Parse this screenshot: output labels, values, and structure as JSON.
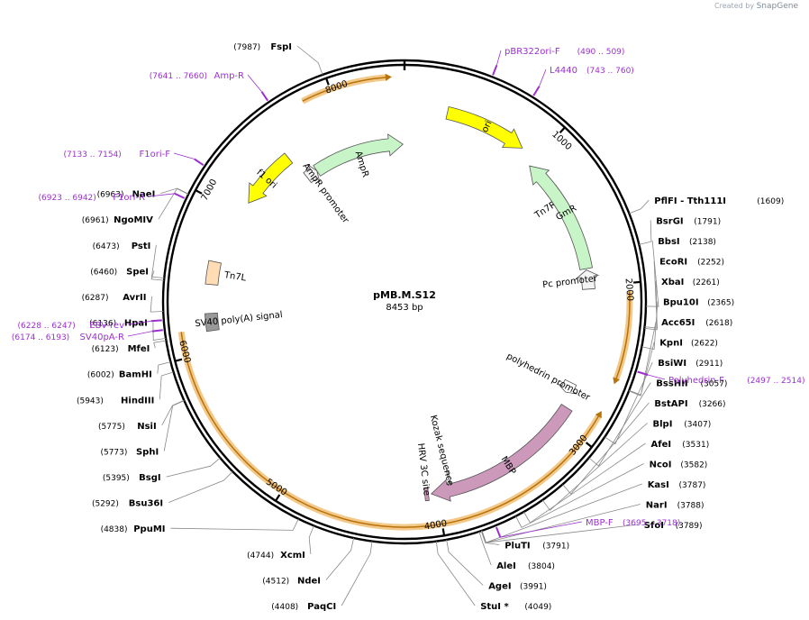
{
  "credit": {
    "prefix": "Created by",
    "brand": "SnapGene"
  },
  "plasmid": {
    "name": "pMB.M.S12",
    "length_label": "8453 bp",
    "length": 8453
  },
  "ticks": [
    {
      "bp": 1000,
      "label": "1000"
    },
    {
      "bp": 2000,
      "label": "2000"
    },
    {
      "bp": 3000,
      "label": "3000"
    },
    {
      "bp": 4000,
      "label": "4000"
    },
    {
      "bp": 5000,
      "label": "5000"
    },
    {
      "bp": 6000,
      "label": "6000"
    },
    {
      "bp": 7000,
      "label": "7000"
    },
    {
      "bp": 8000,
      "label": "8000"
    }
  ],
  "features": [
    {
      "name": "ori",
      "label": "ori",
      "start": 300,
      "end": 880,
      "dir": 1,
      "color": "#ffff00"
    },
    {
      "name": "Tn7R",
      "label": "Tn7R",
      "start": 1230,
      "end": 1440,
      "dir": 0,
      "color": "#ffdcb4"
    },
    {
      "name": "GmR",
      "label": "GmR",
      "start": 1000,
      "end": 1870,
      "dir": -1,
      "color": "#c8f5c8"
    },
    {
      "name": "Pc promoter",
      "label": "Pc promoter",
      "start": 1880,
      "end": 2020,
      "dir": -1,
      "color": "#f4f4f4"
    },
    {
      "name": "polyhedrin promoter",
      "label": "polyhedrin promoter",
      "start": 2720,
      "end": 2800,
      "dir": 1,
      "color": "#ffffff"
    },
    {
      "name": "MBP",
      "label": "MBP",
      "start": 2890,
      "end": 4040,
      "dir": 1,
      "color": "#cc99bb"
    },
    {
      "name": "Kozak sequence",
      "label": "Kozak sequence",
      "start": 3890,
      "end": 3900,
      "dir": 0,
      "color": "#ffffff"
    },
    {
      "name": "HRV 3C site",
      "label": "HRV 3C site",
      "start": 4060,
      "end": 4085,
      "dir": 0,
      "color": "#cc99bb"
    },
    {
      "name": "SV40 poly(A) signal",
      "label": "SV40 poly(A) signal",
      "start": 6140,
      "end": 6260,
      "dir": 0,
      "color": "#999999"
    },
    {
      "name": "Tn7L",
      "label": "Tn7L",
      "start": 6460,
      "end": 6620,
      "dir": 0,
      "color": "#ffdcb4"
    },
    {
      "name": "f1 ori",
      "label": "f1 ori",
      "start": 7100,
      "end": 7540,
      "dir": -1,
      "color": "#ffff00"
    },
    {
      "name": "AmpR promoter",
      "label": "AmpR promoter",
      "start": 7560,
      "end": 7660,
      "dir": 1,
      "color": "#f4f4f4"
    },
    {
      "name": "AmpR",
      "label": "AmpR",
      "start": 7660,
      "end": 8440,
      "dir": 1,
      "color": "#c8f5c8"
    }
  ],
  "orfs": [
    {
      "start": 7820,
      "end": 8350,
      "dir": 1
    },
    {
      "start": 2050,
      "end": 2590,
      "dir": 1
    },
    {
      "start": 2820,
      "end": 6160,
      "dir": -1
    }
  ],
  "sites": [
    {
      "name": "FspI",
      "pos": "(7987)",
      "bp": 7987
    },
    {
      "name": "PflFI - Tth111I",
      "pos": "(1609)",
      "bp": 1609
    },
    {
      "name": "BsrGI",
      "pos": "(1791)",
      "bp": 1791
    },
    {
      "name": "BbsI",
      "pos": "(2138)",
      "bp": 2138
    },
    {
      "name": "EcoRI",
      "pos": "(2252)",
      "bp": 2252
    },
    {
      "name": "XbaI",
      "pos": "(2261)",
      "bp": 2261
    },
    {
      "name": "Bpu10I",
      "pos": "(2365)",
      "bp": 2365
    },
    {
      "name": "Acc65I",
      "pos": "(2618)",
      "bp": 2618
    },
    {
      "name": "KpnI",
      "pos": "(2622)",
      "bp": 2622
    },
    {
      "name": "BsiWI",
      "pos": "(2911)",
      "bp": 2911
    },
    {
      "name": "BssHII",
      "pos": "(3057)",
      "bp": 3057
    },
    {
      "name": "BstAPI",
      "pos": "(3266)",
      "bp": 3266
    },
    {
      "name": "BlpI",
      "pos": "(3407)",
      "bp": 3407
    },
    {
      "name": "AfeI",
      "pos": "(3531)",
      "bp": 3531
    },
    {
      "name": "NcoI",
      "pos": "(3582)",
      "bp": 3582
    },
    {
      "name": "KasI",
      "pos": "(3787)",
      "bp": 3787
    },
    {
      "name": "NarI",
      "pos": "(3788)",
      "bp": 3788
    },
    {
      "name": "SfoI",
      "pos": "(3789)",
      "bp": 3789
    },
    {
      "name": "PluTI",
      "pos": "(3791)",
      "bp": 3791
    },
    {
      "name": "AleI",
      "pos": "(3804)",
      "bp": 3804
    },
    {
      "name": "AgeI",
      "pos": "(3991)",
      "bp": 3991
    },
    {
      "name": "StuI *",
      "pos": "(4049)",
      "bp": 4049
    },
    {
      "name": "PaqCI",
      "pos": "(4408)",
      "bp": 4408
    },
    {
      "name": "NdeI",
      "pos": "(4512)",
      "bp": 4512
    },
    {
      "name": "XcmI",
      "pos": "(4744)",
      "bp": 4744
    },
    {
      "name": "PpuMI",
      "pos": "(4838)",
      "bp": 4838
    },
    {
      "name": "Bsu36I",
      "pos": "(5292)",
      "bp": 5292
    },
    {
      "name": "BsgI",
      "pos": "(5395)",
      "bp": 5395
    },
    {
      "name": "SphI",
      "pos": "(5773)",
      "bp": 5773
    },
    {
      "name": "NsiI",
      "pos": "(5775)",
      "bp": 5775
    },
    {
      "name": "HindIII",
      "pos": "(5943)",
      "bp": 5943
    },
    {
      "name": "BamHI",
      "pos": "(6002)",
      "bp": 6002
    },
    {
      "name": "MfeI",
      "pos": "(6123)",
      "bp": 6123
    },
    {
      "name": "HpaI",
      "pos": "(6136)",
      "bp": 6136
    },
    {
      "name": "AvrII",
      "pos": "(6287)",
      "bp": 6287
    },
    {
      "name": "SpeI",
      "pos": "(6460)",
      "bp": 6460
    },
    {
      "name": "PstI",
      "pos": "(6473)",
      "bp": 6473
    },
    {
      "name": "NgoMIV",
      "pos": "(6961)",
      "bp": 6961
    },
    {
      "name": "NaeI",
      "pos": "(6963)",
      "bp": 6963
    }
  ],
  "primers": [
    {
      "name": "pBR322ori-F",
      "range": "(490 .. 509)",
      "bp": 500
    },
    {
      "name": "L4440",
      "range": "(743 .. 760)",
      "bp": 752
    },
    {
      "name": "Polyhedrin-F",
      "range": "(2497 .. 2514)",
      "bp": 2505
    },
    {
      "name": "MBP-F",
      "range": "(3695 .. 3718)",
      "bp": 3706
    },
    {
      "name": "EBV-rev",
      "range": "(6228 .. 6247)",
      "bp": 6238
    },
    {
      "name": "SV40pA-R",
      "range": "(6174 .. 6193)",
      "bp": 6184
    },
    {
      "name": "F1ori-R",
      "range": "(6923 .. 6942)",
      "bp": 6932
    },
    {
      "name": "F1ori-F",
      "range": "(7133 .. 7154)",
      "bp": 7143
    },
    {
      "name": "Amp-R",
      "range": "(7641 .. 7660)",
      "bp": 7650
    }
  ]
}
